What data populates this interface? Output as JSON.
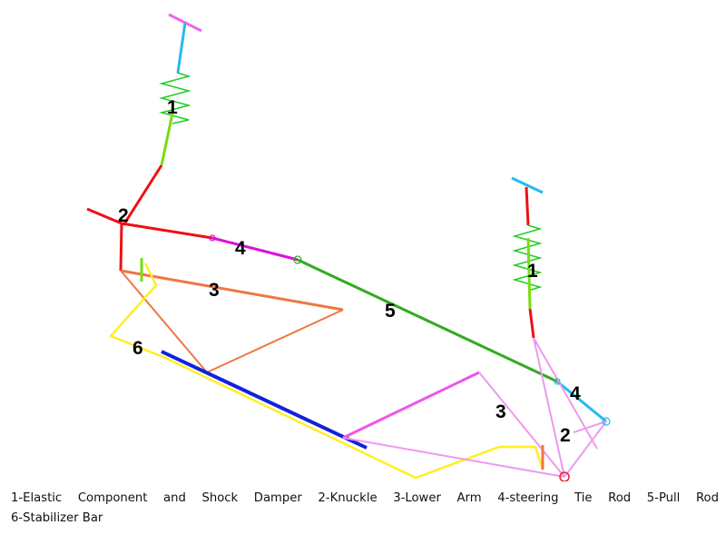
{
  "colors": {
    "shock_spring": "#22cc22",
    "shock_rod": "#22bbee",
    "shock_lower": "#77dd11",
    "mount_bar": "#ee66ee",
    "knuckle": "#ee1111",
    "lower_arm_left": "#ee7744",
    "lower_arm_right": "#ee55ee",
    "tie_rod_left": "#dd11dd",
    "tie_rod_right": "#22bbee",
    "pull_rod": "#33aa22",
    "stabilizer": "#ffee22",
    "stabilizer_link": "#1122dd",
    "knuckle_right": "#ee99ee",
    "joint": "#dd2222"
  },
  "labels": {
    "left_shock": "1",
    "left_knuckle": "2",
    "left_lower_arm": "3",
    "left_tie_rod": "4",
    "pull_rod": "5",
    "stabilizer": "6",
    "right_shock": "1",
    "right_lower_arm": "3",
    "right_tie_rod": "4",
    "right_knuckle": "2"
  },
  "caption": {
    "line1": "1-Elastic Component and Shock Damper 2-Knuckle 3-Lower Arm 4-steering Tie Rod 5-Pull Rod",
    "line2": "6-Stabilizer Bar"
  }
}
